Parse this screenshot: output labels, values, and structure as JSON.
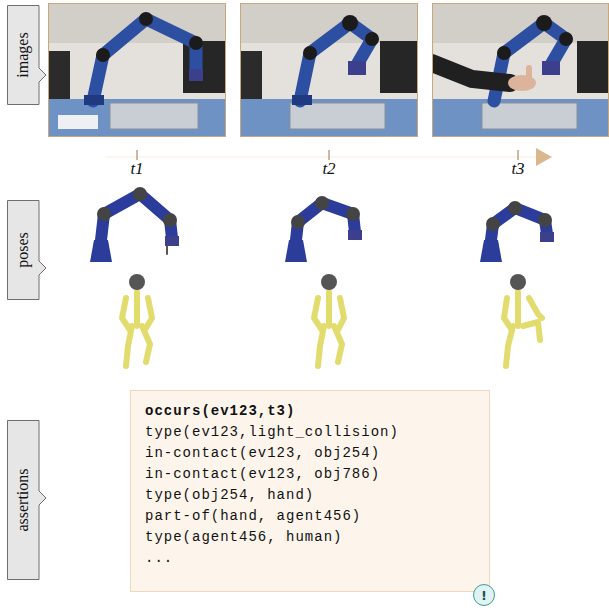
{
  "diagram": {
    "nodes": [
      {
        "text": [
          "images"
        ]
      },
      {
        "text": [
          "poses"
        ]
      },
      {
        "text": [
          "assertions"
        ]
      },
      {
        "text": [
          "occurs(ev123,t3)",
          "type(ev123,light_collision)",
          "in-contact(ev123, obj254)",
          "in-contact(ev123, obj786)",
          "type(obj254, hand)",
          "part-of(hand, agent456)",
          "type(agent456, human)",
          "..."
        ]
      },
      {
        "text": [
          "!"
        ]
      }
    ],
    "edges": [],
    "labels": [
      "t1",
      "t2",
      "t3"
    ]
  }
}
